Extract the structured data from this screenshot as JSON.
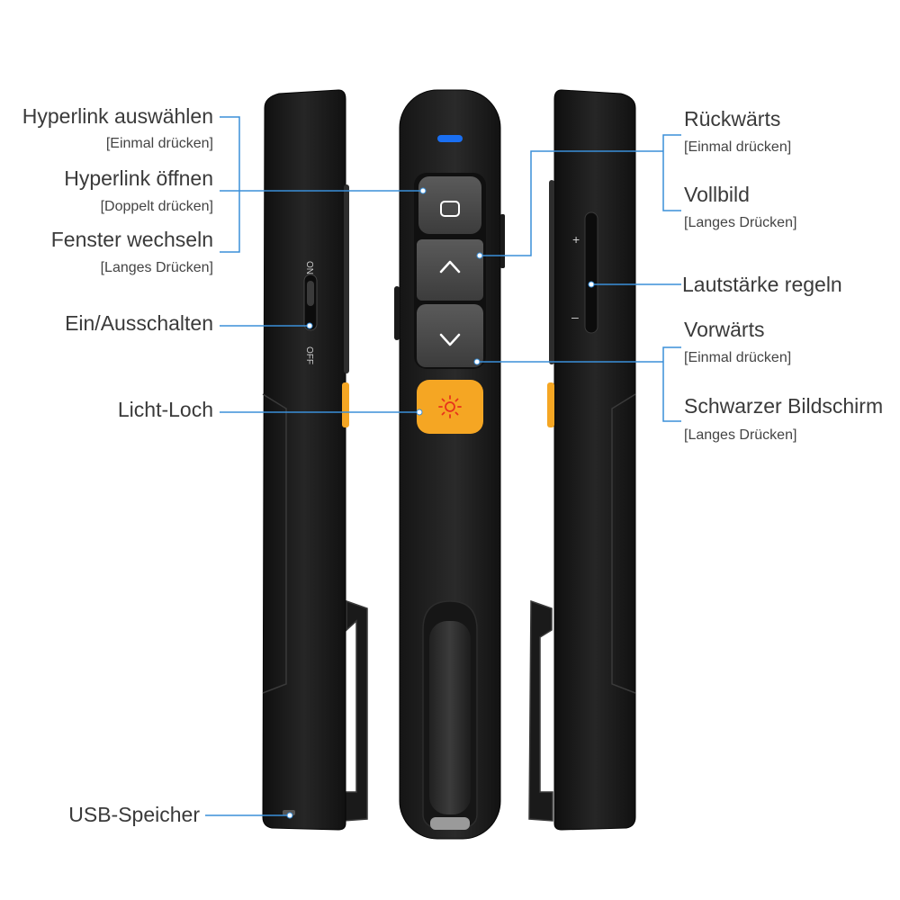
{
  "colors": {
    "callout_line": "#3a8fd9",
    "device_body": "#1c1c1c",
    "button_gray": "#4a4a4a",
    "laser_button": "#f5a623",
    "indicator_led": "#1a6ff2"
  },
  "left_labels": {
    "hyperlink_select": {
      "main": "Hyperlink auswählen",
      "sub": "[Einmal drücken]"
    },
    "hyperlink_open": {
      "main": "Hyperlink öffnen",
      "sub": "[Doppelt drücken]"
    },
    "switch_window": {
      "main": "Fenster wechseln",
      "sub": "[Langes Drücken]"
    },
    "power": {
      "main": "Ein/Ausschalten"
    },
    "light_hole": {
      "main": "Licht-Loch"
    },
    "usb": {
      "main": "USB-Speicher"
    }
  },
  "right_labels": {
    "back": {
      "main": "Rückwärts",
      "sub": "[Einmal drücken]"
    },
    "fullscreen": {
      "main": "Vollbild",
      "sub": "[Langes Drücken]"
    },
    "volume": {
      "main": "Lautstärke regeln"
    },
    "forward": {
      "main": "Vorwärts",
      "sub": "[Einmal drücken]"
    },
    "black_screen": {
      "main": "Schwarzer Bildschirm",
      "sub": "[Langes Drücken]"
    }
  },
  "device_markings": {
    "switch_on": "ON",
    "switch_off": "OFF",
    "volume_plus": "+",
    "volume_minus": "–"
  },
  "icons": {
    "window_button": "window-icon",
    "up_button": "chevron-up-icon",
    "down_button": "chevron-down-icon",
    "laser_button": "laser-icon"
  }
}
